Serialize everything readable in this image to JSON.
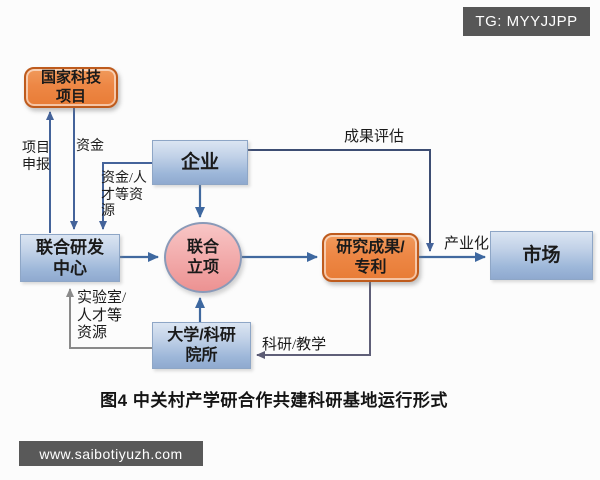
{
  "watermark_top": "TG: MYYJJPP",
  "watermark_bottom": "www.saibotiyuzh.com",
  "nodes": {
    "national_project": "国家科技\n项目",
    "enterprise": "企业",
    "joint_rd_center": "联合研发\n中心",
    "joint_project": "联合\n立项",
    "research_results": "研究成果/\n专利",
    "market": "市场",
    "university": "大学/科研\n院所"
  },
  "edge_labels": {
    "project_application": "项目\n申报",
    "funding": "资金",
    "funding_talent_resources": "资金/人\n才等资\n源",
    "outcome_evaluation": "成果评估",
    "industrialization": "产业化",
    "lab_talent_resources": "实验室/\n人才等\n资源",
    "research_teaching": "科研/教学"
  },
  "caption": "图4 中关村产学研合作共建科研基地运行形式",
  "colors": {
    "orange_box_fill": "#ED8745",
    "orange_box_border": "#BE5B1D",
    "blue_box_top": "#DBE5F2",
    "blue_box_bottom": "#8FA9CF",
    "pink_circle_fill": "#F2A9A9",
    "arrow_blue": "#3E68A0",
    "arrow_gray": "#8A8A8A",
    "arrow_dark": "#5C5C74",
    "watermark_bar": "#595959"
  }
}
